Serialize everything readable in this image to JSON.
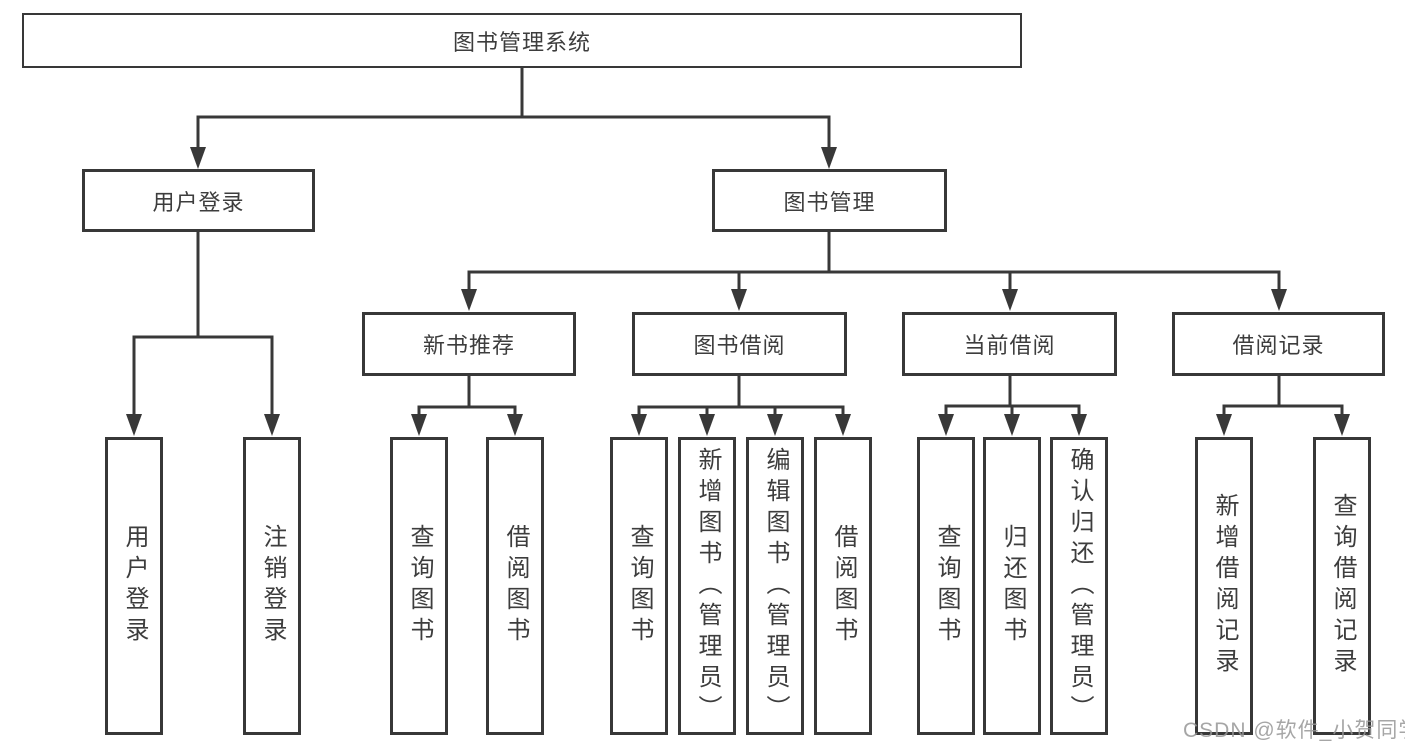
{
  "tree": {
    "label": "图书管理系统",
    "children": [
      {
        "label": "用户登录",
        "children": [
          {
            "label": "用户登录"
          },
          {
            "label": "注销登录"
          }
        ]
      },
      {
        "label": "图书管理",
        "children": [
          {
            "label": "新书推荐",
            "children": [
              {
                "label": "查询图书"
              },
              {
                "label": "借阅图书"
              }
            ]
          },
          {
            "label": "图书借阅",
            "children": [
              {
                "label": "查询图书"
              },
              {
                "label": "新增图书（管理员）"
              },
              {
                "label": "编辑图书（管理员）"
              },
              {
                "label": "借阅图书"
              }
            ]
          },
          {
            "label": "当前借阅",
            "children": [
              {
                "label": "查询图书"
              },
              {
                "label": "归还图书"
              },
              {
                "label": "确认归还（管理员）"
              }
            ]
          },
          {
            "label": "借阅记录",
            "children": [
              {
                "label": "新增借阅记录"
              },
              {
                "label": "查询借阅记录"
              }
            ]
          }
        ]
      }
    ]
  },
  "watermark": {
    "text": "CSDN @软件_小贺同学"
  },
  "colors": {
    "line": "#383838",
    "box_border": "#383838",
    "text": "#3d3d3d",
    "watermark": "#969696",
    "background": "#ffffff"
  }
}
